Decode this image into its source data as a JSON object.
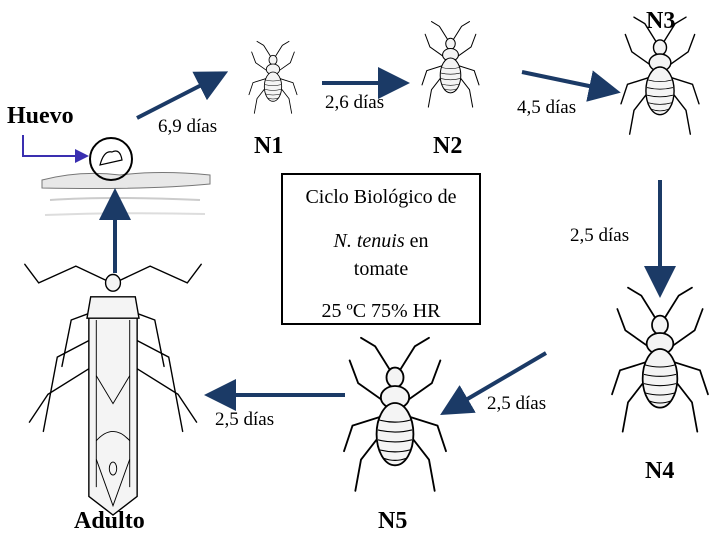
{
  "colors": {
    "arrow": "#1b3a66",
    "pointer": "#3a2fb0",
    "ink": "#000000",
    "bug_fill": "#f4f4f4"
  },
  "stages": {
    "egg": "Huevo",
    "n1": "N1",
    "n2": "N2",
    "n3": "N3",
    "n4": "N4",
    "n5": "N5",
    "adult": "Adulto"
  },
  "durations": {
    "egg_to_n1": "6,9 días",
    "n1_to_n2": "2,6 días",
    "n2_to_n3": "4,5 días",
    "n3_to_n4": "2,5 días",
    "n4_to_n5": "2,5 días",
    "n5_to_adult": "2,5 días"
  },
  "center_box": {
    "line1": "Ciclo Biológico de",
    "species": "N. tenuis",
    "line2_rest": " en",
    "line3": "tomate",
    "line4": "25 ºC  75% HR"
  },
  "icons": {
    "egg": "egg-on-leaf-icon",
    "nymph": "nymph-bug-icon",
    "adult": "adult-bug-icon"
  }
}
